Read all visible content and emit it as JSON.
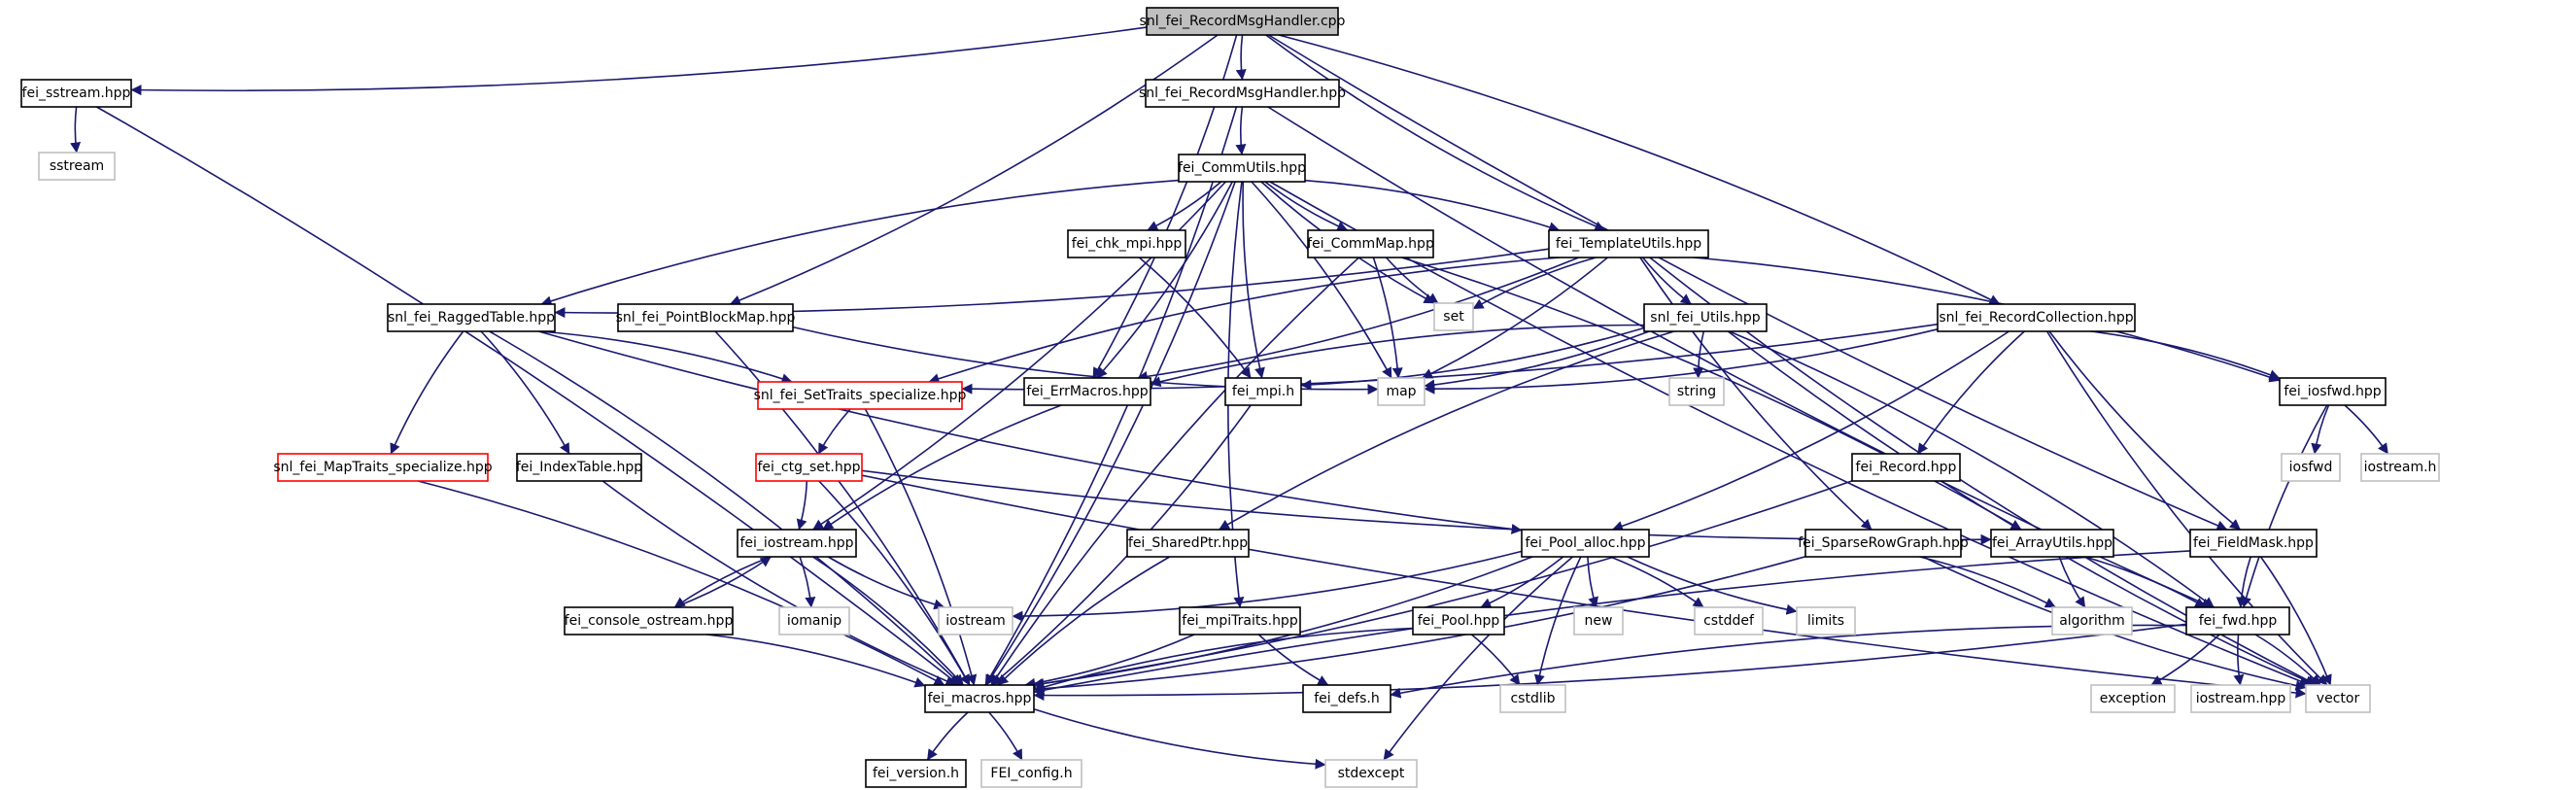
{
  "colors": {
    "edge": "#191970",
    "node_border": "#000000",
    "missing_border": "#ff0000",
    "external_border": "#bfbfbf",
    "root_fill": "#bfbfbf",
    "node_fill": "#ffffff",
    "text": "#000000"
  },
  "nodes": [
    {
      "id": "root",
      "label": "snl_fei_RecordMsgHandler.cpp",
      "kind": "root"
    },
    {
      "id": "sstream_hpp",
      "label": "fei_sstream.hpp",
      "kind": "normal"
    },
    {
      "id": "sstream",
      "label": "sstream",
      "kind": "external"
    },
    {
      "id": "rmh_hpp",
      "label": "snl_fei_RecordMsgHandler.hpp",
      "kind": "normal"
    },
    {
      "id": "commutils",
      "label": "fei_CommUtils.hpp",
      "kind": "normal"
    },
    {
      "id": "chk_mpi",
      "label": "fei_chk_mpi.hpp",
      "kind": "normal"
    },
    {
      "id": "commmap",
      "label": "fei_CommMap.hpp",
      "kind": "normal"
    },
    {
      "id": "templateutils",
      "label": "fei_TemplateUtils.hpp",
      "kind": "normal"
    },
    {
      "id": "set",
      "label": "set",
      "kind": "external"
    },
    {
      "id": "raggedtable",
      "label": "snl_fei_RaggedTable.hpp",
      "kind": "normal"
    },
    {
      "id": "pointblockmap",
      "label": "snl_fei_PointBlockMap.hpp",
      "kind": "normal"
    },
    {
      "id": "utils",
      "label": "snl_fei_Utils.hpp",
      "kind": "normal"
    },
    {
      "id": "recordcoll",
      "label": "snl_fei_RecordCollection.hpp",
      "kind": "normal"
    },
    {
      "id": "settraits",
      "label": "snl_fei_SetTraits_specialize.hpp",
      "kind": "missing"
    },
    {
      "id": "errmacros",
      "label": "fei_ErrMacros.hpp",
      "kind": "normal"
    },
    {
      "id": "mpi_h",
      "label": "fei_mpi.h",
      "kind": "normal"
    },
    {
      "id": "map",
      "label": "map",
      "kind": "external"
    },
    {
      "id": "string",
      "label": "string",
      "kind": "external"
    },
    {
      "id": "iosfwd_hpp",
      "label": "fei_iosfwd.hpp",
      "kind": "normal"
    },
    {
      "id": "maptraits",
      "label": "snl_fei_MapTraits_specialize.hpp",
      "kind": "missing"
    },
    {
      "id": "indextable",
      "label": "fei_IndexTable.hpp",
      "kind": "normal"
    },
    {
      "id": "ctg_set",
      "label": "fei_ctg_set.hpp",
      "kind": "missing"
    },
    {
      "id": "record",
      "label": "fei_Record.hpp",
      "kind": "normal"
    },
    {
      "id": "iosfwd",
      "label": "iosfwd",
      "kind": "external"
    },
    {
      "id": "iostream_h",
      "label": "iostream.h",
      "kind": "external"
    },
    {
      "id": "iostream_hpp",
      "label": "fei_iostream.hpp",
      "kind": "normal"
    },
    {
      "id": "sharedptr",
      "label": "fei_SharedPtr.hpp",
      "kind": "normal"
    },
    {
      "id": "pool_alloc",
      "label": "fei_Pool_alloc.hpp",
      "kind": "normal"
    },
    {
      "id": "sparserowgraph",
      "label": "fei_SparseRowGraph.hpp",
      "kind": "normal"
    },
    {
      "id": "arrayutils",
      "label": "fei_ArrayUtils.hpp",
      "kind": "normal"
    },
    {
      "id": "fieldmask",
      "label": "fei_FieldMask.hpp",
      "kind": "normal"
    },
    {
      "id": "console_ostream",
      "label": "fei_console_ostream.hpp",
      "kind": "normal"
    },
    {
      "id": "iomanip",
      "label": "iomanip",
      "kind": "external"
    },
    {
      "id": "iostream",
      "label": "iostream",
      "kind": "external"
    },
    {
      "id": "mpitraits",
      "label": "fei_mpiTraits.hpp",
      "kind": "normal"
    },
    {
      "id": "pool_hpp",
      "label": "fei_Pool.hpp",
      "kind": "normal"
    },
    {
      "id": "new",
      "label": "new",
      "kind": "external"
    },
    {
      "id": "cstddef",
      "label": "cstddef",
      "kind": "external"
    },
    {
      "id": "limits",
      "label": "limits",
      "kind": "external"
    },
    {
      "id": "algorithm",
      "label": "algorithm",
      "kind": "external"
    },
    {
      "id": "fwd",
      "label": "fei_fwd.hpp",
      "kind": "normal"
    },
    {
      "id": "macros",
      "label": "fei_macros.hpp",
      "kind": "normal"
    },
    {
      "id": "defs",
      "label": "fei_defs.h",
      "kind": "normal"
    },
    {
      "id": "cstdlib",
      "label": "cstdlib",
      "kind": "external"
    },
    {
      "id": "exception",
      "label": "exception",
      "kind": "external"
    },
    {
      "id": "iostream_hpp2",
      "label": "iostream.hpp",
      "kind": "external"
    },
    {
      "id": "vector",
      "label": "vector",
      "kind": "external"
    },
    {
      "id": "version",
      "label": "fei_version.h",
      "kind": "normal"
    },
    {
      "id": "config",
      "label": "FEI_config.h",
      "kind": "external"
    },
    {
      "id": "stdexcept",
      "label": "stdexcept",
      "kind": "external"
    }
  ],
  "edges": [
    [
      "root",
      "sstream_hpp"
    ],
    [
      "root",
      "rmh_hpp"
    ],
    [
      "root",
      "pointblockmap"
    ],
    [
      "root",
      "templateutils"
    ],
    [
      "root",
      "recordcoll"
    ],
    [
      "root",
      "fieldmask"
    ],
    [
      "root",
      "errmacros"
    ],
    [
      "sstream_hpp",
      "sstream"
    ],
    [
      "sstream_hpp",
      "macros"
    ],
    [
      "rmh_hpp",
      "commutils"
    ],
    [
      "rmh_hpp",
      "macros"
    ],
    [
      "rmh_hpp",
      "fwd"
    ],
    [
      "commutils",
      "chk_mpi"
    ],
    [
      "commutils",
      "commmap"
    ],
    [
      "commutils",
      "templateutils"
    ],
    [
      "commutils",
      "set"
    ],
    [
      "commutils",
      "map"
    ],
    [
      "commutils",
      "raggedtable"
    ],
    [
      "commutils",
      "errmacros"
    ],
    [
      "commutils",
      "mpi_h"
    ],
    [
      "commutils",
      "iostream_hpp"
    ],
    [
      "commutils",
      "mpitraits"
    ],
    [
      "commutils",
      "macros"
    ],
    [
      "commutils",
      "vector"
    ],
    [
      "chk_mpi",
      "mpi_h"
    ],
    [
      "commmap",
      "set"
    ],
    [
      "commmap",
      "map"
    ],
    [
      "commmap",
      "macros"
    ],
    [
      "commmap",
      "arrayutils"
    ],
    [
      "templateutils",
      "set"
    ],
    [
      "templateutils",
      "map"
    ],
    [
      "templateutils",
      "utils"
    ],
    [
      "templateutils",
      "errmacros"
    ],
    [
      "templateutils",
      "settraits"
    ],
    [
      "templateutils",
      "raggedtable"
    ],
    [
      "templateutils",
      "sparserowgraph"
    ],
    [
      "templateutils",
      "iosfwd_hpp"
    ],
    [
      "templateutils",
      "vector"
    ],
    [
      "raggedtable",
      "settraits"
    ],
    [
      "raggedtable",
      "maptraits"
    ],
    [
      "raggedtable",
      "indextable"
    ],
    [
      "raggedtable",
      "pool_alloc"
    ],
    [
      "raggedtable",
      "macros"
    ],
    [
      "pointblockmap",
      "map"
    ],
    [
      "pointblockmap",
      "macros"
    ],
    [
      "utils",
      "string"
    ],
    [
      "utils",
      "map"
    ],
    [
      "utils",
      "errmacros"
    ],
    [
      "utils",
      "mpi_h"
    ],
    [
      "utils",
      "sharedptr"
    ],
    [
      "utils",
      "fwd"
    ],
    [
      "utils",
      "vector"
    ],
    [
      "recordcoll",
      "map"
    ],
    [
      "recordcoll",
      "record"
    ],
    [
      "recordcoll",
      "iosfwd_hpp"
    ],
    [
      "recordcoll",
      "fieldmask"
    ],
    [
      "recordcoll",
      "pool_alloc"
    ],
    [
      "recordcoll",
      "vector"
    ],
    [
      "recordcoll",
      "settraits"
    ],
    [
      "settraits",
      "ctg_set"
    ],
    [
      "settraits",
      "macros"
    ],
    [
      "errmacros",
      "iostream_hpp"
    ],
    [
      "mpi_h",
      "macros"
    ],
    [
      "iosfwd_hpp",
      "iosfwd"
    ],
    [
      "iosfwd_hpp",
      "iostream_h"
    ],
    [
      "iosfwd_hpp",
      "fwd"
    ],
    [
      "maptraits",
      "macros"
    ],
    [
      "indextable",
      "macros"
    ],
    [
      "ctg_set",
      "iostream_hpp"
    ],
    [
      "ctg_set",
      "arrayutils"
    ],
    [
      "ctg_set",
      "macros"
    ],
    [
      "ctg_set",
      "vector"
    ],
    [
      "record",
      "macros"
    ],
    [
      "iostream_hpp",
      "console_ostream"
    ],
    [
      "iostream_hpp",
      "iomanip"
    ],
    [
      "iostream_hpp",
      "iostream"
    ],
    [
      "iostream_hpp",
      "macros"
    ],
    [
      "console_ostream",
      "iostream_hpp"
    ],
    [
      "console_ostream",
      "macros"
    ],
    [
      "sharedptr",
      "macros"
    ],
    [
      "pool_alloc",
      "iostream"
    ],
    [
      "pool_alloc",
      "new"
    ],
    [
      "pool_alloc",
      "cstddef"
    ],
    [
      "pool_alloc",
      "limits"
    ],
    [
      "pool_alloc",
      "pool_hpp"
    ],
    [
      "pool_alloc",
      "cstdlib"
    ],
    [
      "pool_alloc",
      "macros"
    ],
    [
      "pool_alloc",
      "stdexcept"
    ],
    [
      "sparserowgraph",
      "algorithm"
    ],
    [
      "sparserowgraph",
      "vector"
    ],
    [
      "sparserowgraph",
      "macros"
    ],
    [
      "arrayutils",
      "algorithm"
    ],
    [
      "arrayutils",
      "fwd"
    ],
    [
      "fieldmask",
      "fwd"
    ],
    [
      "fieldmask",
      "vector"
    ],
    [
      "fieldmask",
      "macros"
    ],
    [
      "mpitraits",
      "macros"
    ],
    [
      "mpitraits",
      "defs"
    ],
    [
      "pool_hpp",
      "cstdlib"
    ],
    [
      "pool_hpp",
      "macros"
    ],
    [
      "fwd",
      "macros"
    ],
    [
      "fwd",
      "defs"
    ],
    [
      "fwd",
      "exception"
    ],
    [
      "fwd",
      "iostream_hpp2"
    ],
    [
      "fwd",
      "vector"
    ],
    [
      "macros",
      "version"
    ],
    [
      "macros",
      "config"
    ],
    [
      "macros",
      "stdexcept"
    ]
  ]
}
